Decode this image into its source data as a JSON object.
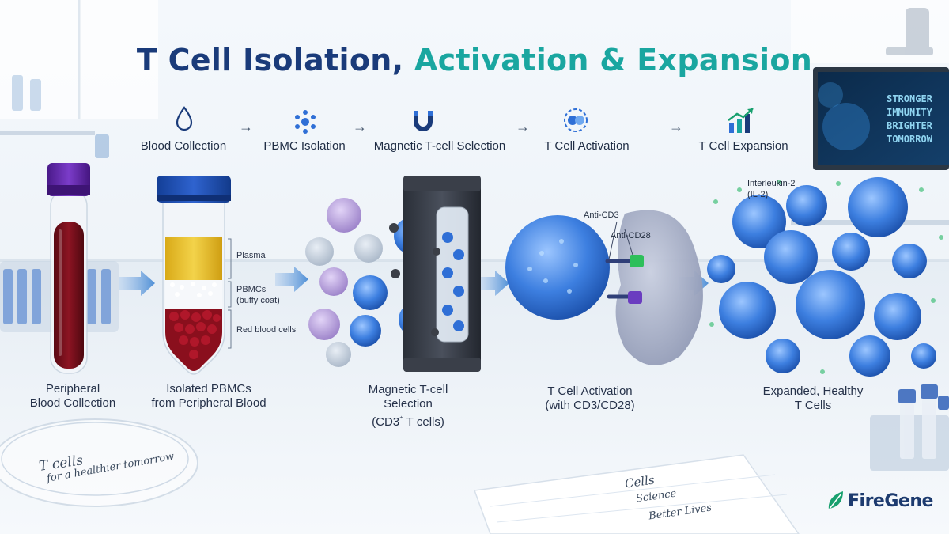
{
  "title": {
    "part1": "T Cell Isolation, ",
    "part2": "Activation & Expansion"
  },
  "colors": {
    "title_dark": "#1a3b7a",
    "title_teal": "#1aa6a0",
    "cell_blue": "#2f6fd6",
    "blood_red": "#7a0f1c",
    "plasma_yellow": "#e9c22c",
    "brand_green": "#18a06e"
  },
  "steps": [
    {
      "label": "Blood Collection",
      "icon": "blood-drop-icon"
    },
    {
      "label": "PBMC Isolation",
      "icon": "cell-cluster-icon"
    },
    {
      "label": "Magnetic T-cell Selection",
      "icon": "magnet-icon"
    },
    {
      "label": "T Cell Activation",
      "icon": "activated-cell-icon"
    },
    {
      "label": "T Cell Expansion",
      "icon": "growth-chart-icon"
    }
  ],
  "tube_layers": {
    "plasma": "Plasma",
    "pbmcs": "PBMCs",
    "buffy": "(buffy coat)",
    "rbc": "Red blood cells"
  },
  "captions": {
    "blood": [
      "Peripheral",
      "Blood Collection"
    ],
    "pbmc": [
      "Isolated PBMCs",
      "from Peripheral Blood"
    ],
    "magnetic": [
      "Magnetic T-cell",
      "Selection",
      "(CD3",
      "⁺",
      " T cells)"
    ],
    "activation": [
      "T Cell Activation",
      "(with CD3/CD28)"
    ],
    "expansion": [
      "Expanded, Healthy",
      "T Cells"
    ]
  },
  "antibody_labels": {
    "cd3": "Anti-CD3",
    "cd28": "Anti-CD28"
  },
  "interleukin": [
    "Interleukin-2",
    "(IL-2)"
  ],
  "monitor": [
    "STRONGER",
    "IMMUNITY",
    "BRIGHTER",
    "TOMORROW"
  ],
  "handwriting": {
    "dish": [
      "T cells",
      "for a healthier tomorrow"
    ],
    "notebook": [
      "Cells",
      "Science",
      "Better Lives"
    ]
  },
  "brand": {
    "name": "FireGene",
    "icon": "leaf-logo-icon"
  }
}
